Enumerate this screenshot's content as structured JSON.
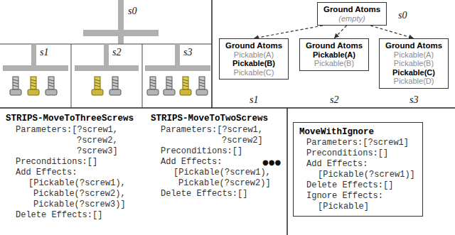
{
  "diagram": {
    "nodes": [
      {
        "text": [
          "Ground Atoms",
          "(empty)"
        ]
      },
      {
        "text": [
          "Ground Atoms",
          "Pickable(A)",
          "Pickable(B)",
          "Pickable(C)"
        ]
      },
      {
        "text": [
          "Ground Atoms",
          "Pickable(A)",
          "Pickable(B)"
        ]
      },
      {
        "text": [
          "Ground Atoms",
          "Pickable(A)",
          "Pickable(B)",
          "Pickable(C)",
          "Pickable(D)"
        ]
      },
      {
        "text": [
          "MoveWithIgnore",
          "Parameters:[?screw1]",
          "Preconditions:[]",
          "Add Effects:",
          "[Pickable(?screw1)]",
          "Delete Effects:[]",
          "Ignore Effects:",
          "[Pickable]"
        ]
      }
    ],
    "edges": [
      {
        "from": 0,
        "to": 1,
        "arrow": "to"
      },
      {
        "from": 0,
        "to": 2,
        "arrow": "to"
      },
      {
        "from": 0,
        "to": 3,
        "arrow": "to"
      }
    ],
    "labels": [
      "s0",
      "s1",
      "s2",
      "s3",
      "s0",
      "s1",
      "s2",
      "s3",
      "STRIPS-MoveToThreeScrews",
      "Parameters:[?screw1,",
      "?screw2,",
      "?screw3]",
      "Preconditions:[]",
      "Add Effects:",
      "[Pickable(?screw1),",
      "Pickable(?screw2),",
      "Pickable(?screw3)]",
      "Delete Effects:[]",
      "STRIPS-MoveToTwoScrews",
      "Parameters:[?screw1,",
      "?screw2]",
      "Preconditions:[]",
      "Add Effects:",
      "[Pickable(?screw1),",
      "Pickable(?screw2)]",
      "Delete Effects:[]",
      "●●●"
    ]
  }
}
